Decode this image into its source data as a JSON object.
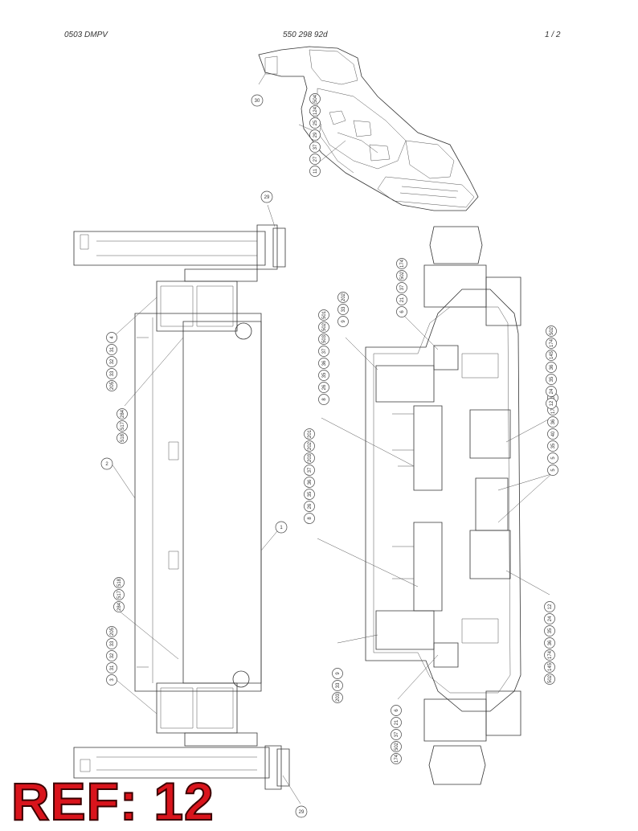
{
  "header": {
    "left": "0503 DMPV",
    "center": "550 298 92d",
    "right": "1 /   2"
  },
  "ref_label": "REF: 12",
  "callouts": {
    "top_assembly": {
      "c30": "30",
      "chain": [
        "11",
        "27",
        "37",
        "29",
        "25",
        "124",
        "504"
      ]
    },
    "left_frame": {
      "c29_top": "29",
      "c29_bottom": "29",
      "c1": "1",
      "c2": "2",
      "upper_group": [
        "4",
        "31",
        "32",
        "33",
        "205"
      ],
      "upper_sub": [
        "284",
        "517",
        "518"
      ],
      "lower_group": [
        "3",
        "31",
        "32",
        "33",
        "205"
      ],
      "lower_sub": [
        "284",
        "517",
        "518"
      ]
    },
    "right_frame": {
      "top_chain": [
        "174",
        "502",
        "37",
        "21",
        "6"
      ],
      "group_a": [
        "202",
        "33",
        "9"
      ],
      "group_b": [
        "501",
        "502",
        "503",
        "37",
        "36",
        "35",
        "26",
        "8"
      ],
      "group_c": [
        "201",
        "202",
        "203",
        "37",
        "36",
        "35",
        "26",
        "8"
      ],
      "right_upper": [
        "5",
        "35",
        "40",
        "36",
        "174",
        "505"
      ],
      "right_upper2": [
        "502",
        "174",
        "145",
        "36",
        "35",
        "24",
        "12"
      ],
      "right_mid": [
        "5"
      ],
      "right_lower": [
        "12",
        "24",
        "35",
        "36",
        "174",
        "145",
        "502"
      ],
      "bottom_group_a": [
        "203",
        "33",
        "9"
      ],
      "bottom_chain": [
        "174",
        "502",
        "37",
        "21",
        "6"
      ]
    }
  }
}
